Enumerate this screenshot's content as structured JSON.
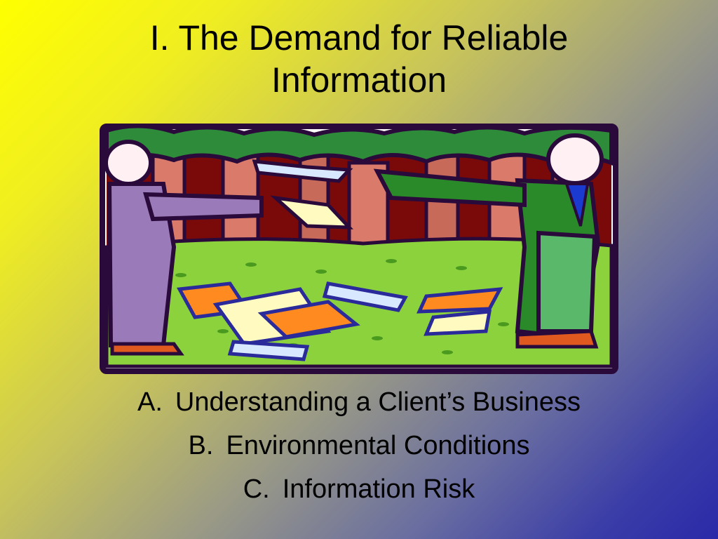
{
  "slide": {
    "title_lines": [
      "I. The Demand for Reliable",
      "Information"
    ],
    "image": {
      "icon": "clipart-tug-of-war-over-documents"
    },
    "bullets": [
      {
        "marker": "A.",
        "text": "Understanding a Client’s Business"
      },
      {
        "marker": "B.",
        "text": "Environmental Conditions"
      },
      {
        "marker": "C.",
        "text": "Information Risk"
      }
    ],
    "colors": {
      "gradient_start": "#ffff00",
      "gradient_end": "#2a2aa8",
      "grass": "#8cd23c",
      "foliage": "#2e8b3a",
      "trunk": "#7a0a0a"
    }
  }
}
